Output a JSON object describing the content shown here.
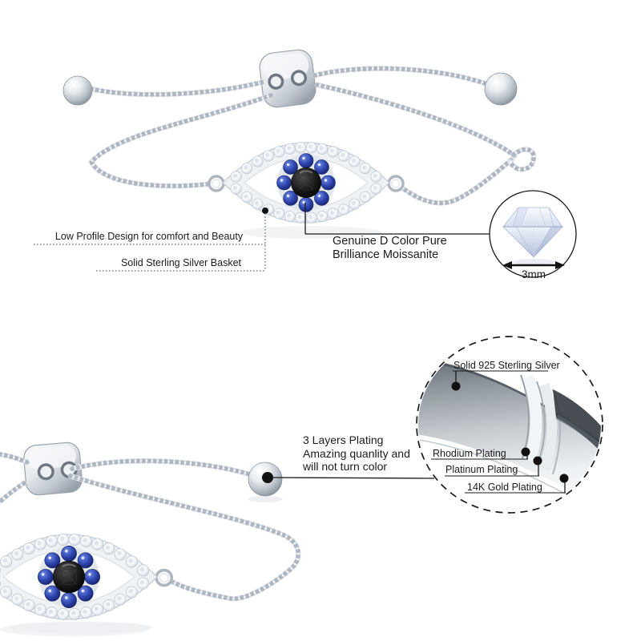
{
  "annotations": {
    "low_profile": "Low Profile Design for comfort and Beauty",
    "basket": "Solid Sterling Silver Basket",
    "moissanite": {
      "line1": "Genuine D Color Pure",
      "line2": "Brilliance Moissanite"
    },
    "stone_size": "3mm",
    "plating_headline": {
      "line1": "3 Layers Plating",
      "line2": "Amazing quanlity and",
      "line3": "will not turn color"
    },
    "layers": {
      "sterling": "Solid 925 Sterling Silver",
      "rhodium": "Rhodium Plating",
      "platinum": "Platinum Plating",
      "gold": "14K Gold Plating"
    }
  },
  "colors": {
    "background": "#ffffff",
    "silver": "#c9ced6",
    "sapphire_blue": "#2c3f9f",
    "black_stone": "#141414",
    "callout_line": "#1a1a1a"
  }
}
